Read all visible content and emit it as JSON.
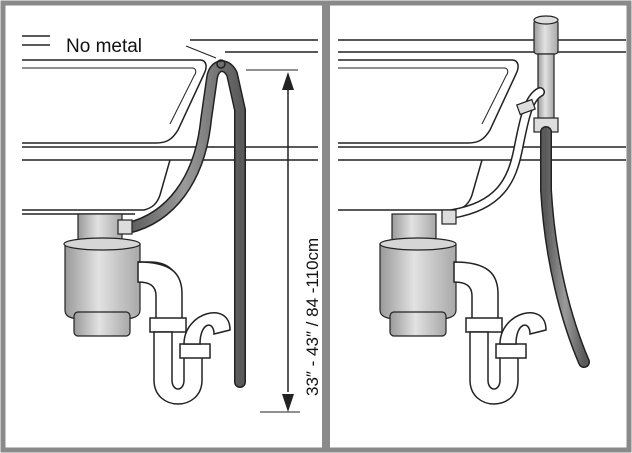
{
  "labels": {
    "no_metal": "No metal",
    "height_range": "33″ - 43″ / 84 -110cm"
  },
  "panels": [
    {
      "id": "left",
      "description_hidden": false
    },
    {
      "id": "right",
      "description_hidden": false
    }
  ],
  "colors": {
    "frame": "#8a8a8a",
    "line": "#222222",
    "hose": "#6e6e6e",
    "disposer": "#c9c9c9",
    "pipe": "#ffffff"
  }
}
